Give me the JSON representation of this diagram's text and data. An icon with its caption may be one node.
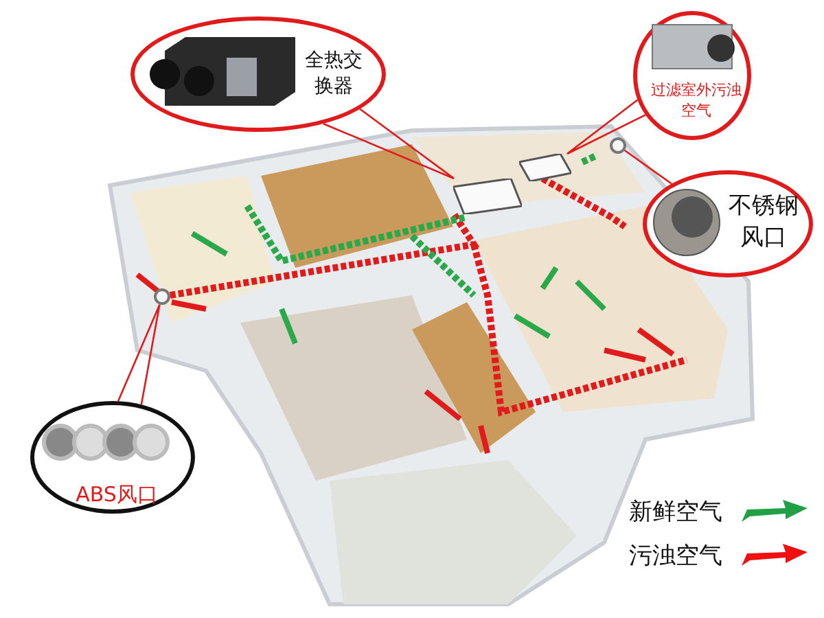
{
  "diagram": {
    "nodes": [
      {
        "text": [
          "全热交换器"
        ]
      },
      {
        "text": [
          "过滤室外污浊空气"
        ]
      },
      {
        "text": [
          "不锈钢风口"
        ]
      },
      {
        "text": [
          "ABS风口"
        ]
      },
      {
        "text": [],
        "shape": "box"
      },
      {
        "text": [],
        "shape": "box"
      },
      {
        "text": [],
        "shape": "circle"
      },
      {
        "text": [],
        "shape": "circle"
      }
    ],
    "edges": [
      {
        "from": 0,
        "to": 4,
        "arrow": "none"
      },
      {
        "from": 1,
        "to": 5,
        "arrow": "none"
      },
      {
        "from": 2,
        "to": 6,
        "arrow": "none"
      },
      {
        "from": 3,
        "to": 7,
        "arrow": "none"
      }
    ],
    "legend": [
      {
        "text": "新鲜空气"
      },
      {
        "text": "污浊空气"
      }
    ]
  }
}
